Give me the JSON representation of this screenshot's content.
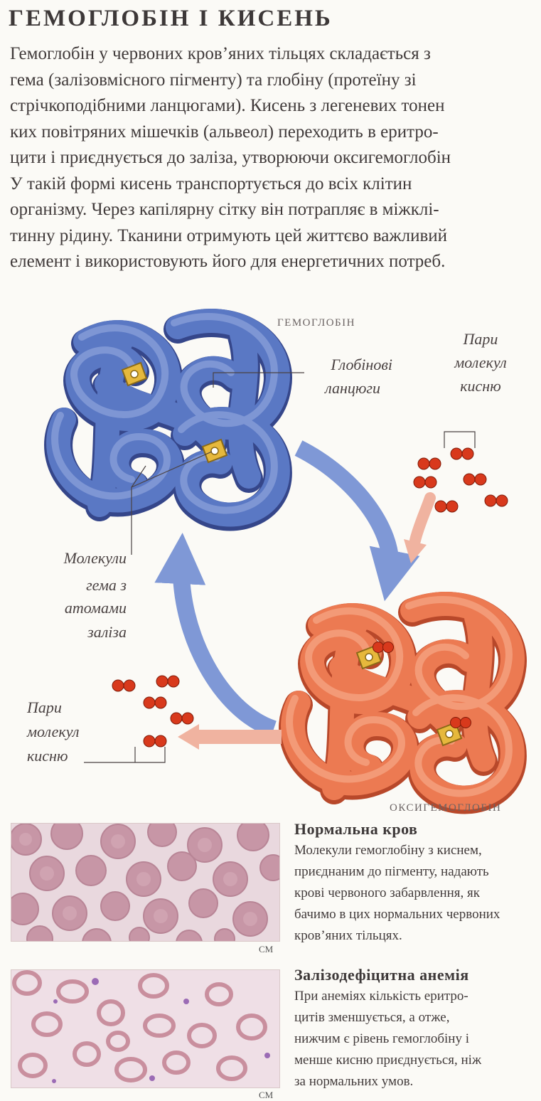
{
  "title": "ГЕМОГЛОБІН І КИСЕНЬ",
  "intro_lines": [
    "Гемоглобін у червоних кров’яних тільцях складається з",
    "гема (залізовмісного пігменту) та глобіну (протеїну зі",
    "стрічкоподібними ланцюгами). Кисень з легеневих  тонен",
    "ких повітряних мішечків (альвеол) переходить в еритро-",
    "цити і приєднується до заліза, утворюючи оксигемоглобін",
    "У такій формі кисень транспортується до всіх клітин",
    "організму. Через капілярну сітку він потрапляє в міжклі-",
    "тинну рідину. Тканини отримують цей життєво важливий",
    "елемент і використовують його для енергетичних потреб."
  ],
  "diagram": {
    "hemoglobin_label": "ГЕМОГЛОБІН",
    "oxyhemoglobin_label": "ОКСИГЕМОГЛОБІН",
    "globin_label": [
      "Глобінові",
      "ланцюги"
    ],
    "heme_label": [
      "Молекули",
      "гема з",
      "атомами",
      "заліза"
    ],
    "oxygen_label_top": [
      "Пари",
      "молекул",
      "кисню"
    ],
    "oxygen_label_bottom": [
      "Пари",
      "молекул",
      "кисню"
    ],
    "colors": {
      "hemoglobin": "#5a78c4",
      "oxyhemoglobin": "#ec7a52",
      "oxygen": "#d8391c",
      "heme": "#e6b83c",
      "arrow_blue": "#7f98d6",
      "arrow_pink": "#f0b3a0"
    }
  },
  "normal": {
    "heading": "Нормальна кров",
    "lines": [
      "Молекули гемоглобіну з киснем,",
      "приєднаним до пігменту, надають",
      "крові червоного забарвлення, як",
      "бачимо в цих нормальних червоних",
      "кров’яних тільцях."
    ],
    "caption": "СМ"
  },
  "anemia": {
    "heading": "Залізодефіцитна  анемія",
    "lines": [
      "При анеміях кількість еритро-",
      "цитів зменшується, а отже,",
      "нижчим є рівень гемоглобіну і",
      "менше кисню приєднується, ніж",
      "за нормальних умов."
    ],
    "caption": "СМ"
  }
}
